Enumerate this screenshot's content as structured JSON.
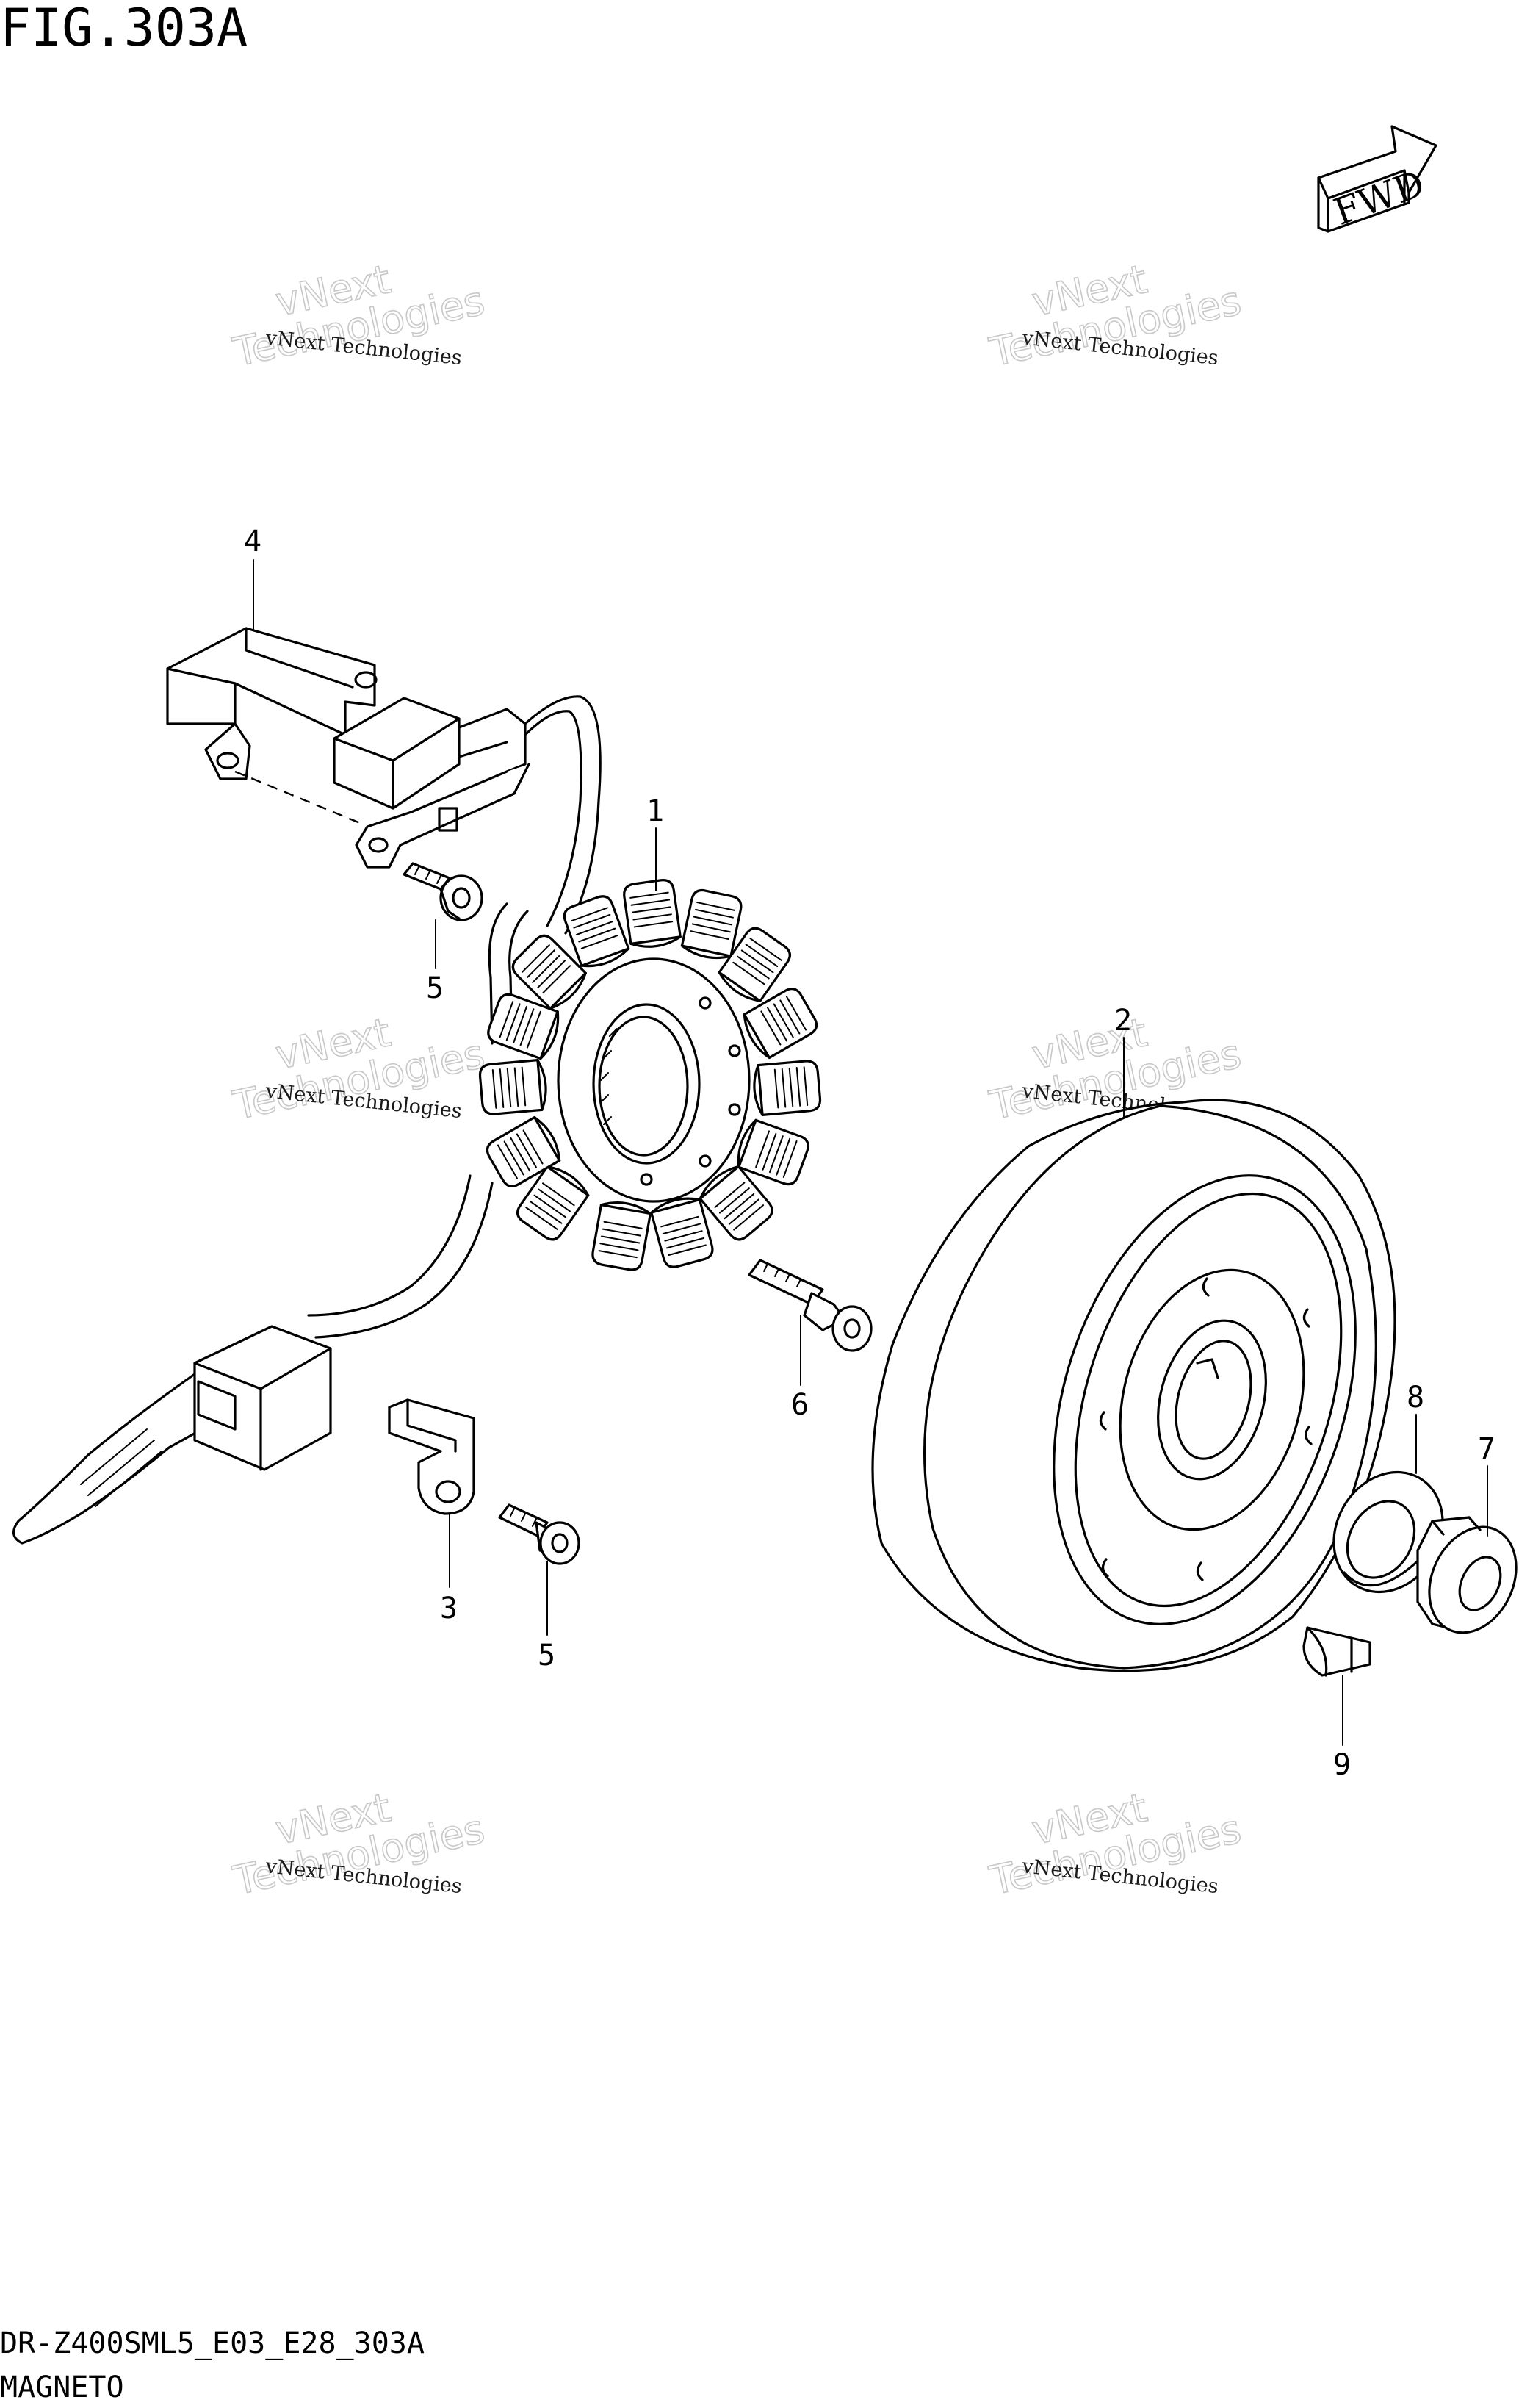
{
  "figure": {
    "title": "FIG.303A",
    "model_code": "DR-Z400SML5_E03_E28_303A",
    "section_name": "MAGNETO"
  },
  "direction_badge": {
    "label": "FWD",
    "icon": "fwd-arrow-icon"
  },
  "watermark": {
    "line1": "vNext Technologies",
    "line2a": "vNext",
    "line2b": "Technologies"
  },
  "callouts": [
    {
      "number": "1",
      "part": "stator"
    },
    {
      "number": "2",
      "part": "rotor"
    },
    {
      "number": "3",
      "part": "clamp"
    },
    {
      "number": "4",
      "part": "bracket"
    },
    {
      "number": "5",
      "part": "bolt"
    },
    {
      "number": "5",
      "part": "bolt"
    },
    {
      "number": "6",
      "part": "bolt"
    },
    {
      "number": "7",
      "part": "nut"
    },
    {
      "number": "8",
      "part": "washer"
    },
    {
      "number": "9",
      "part": "key"
    }
  ]
}
